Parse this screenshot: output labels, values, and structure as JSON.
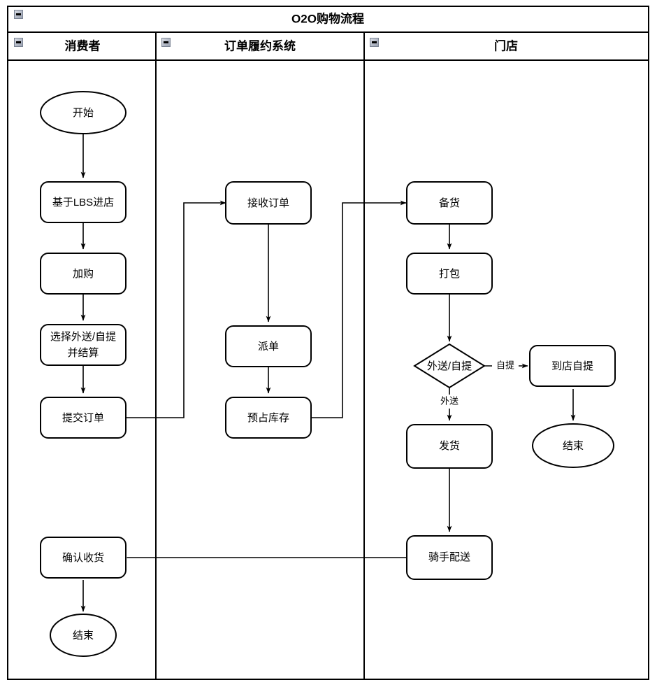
{
  "pool": {
    "title": "O2O购物流程",
    "collapse_icon": "minus-collapse-icon",
    "lanes": [
      {
        "id": "consumer",
        "label": "消费者",
        "collapse_icon": "minus-collapse-icon"
      },
      {
        "id": "ofs",
        "label": "订单履约系统",
        "collapse_icon": "minus-collapse-icon"
      },
      {
        "id": "store",
        "label": "门店",
        "collapse_icon": "minus-collapse-icon"
      }
    ]
  },
  "nodes": {
    "start": "开始",
    "lbs_enter": "基于LBS进店",
    "add_cart": "加购",
    "choose_delivery": "选择外送/自提\n并结算",
    "choose_delivery_line1": "选择外送/自提",
    "choose_delivery_line2": "并结算",
    "submit_order": "提交订单",
    "confirm_receipt": "确认收货",
    "end_consumer": "结束",
    "receive_order": "接收订单",
    "dispatch": "派单",
    "reserve_stock": "预占库存",
    "prepare_goods": "备货",
    "packing": "打包",
    "decision": "外送/自提",
    "pickup_in_store": "到店自提",
    "ship": "发货",
    "rider_delivery": "骑手配送",
    "end_store": "结束"
  },
  "edge_labels": {
    "self_pickup": "自提",
    "delivery": "外送"
  },
  "colors": {
    "stroke": "#000000",
    "fill": "#ffffff",
    "background": "#ffffff"
  }
}
